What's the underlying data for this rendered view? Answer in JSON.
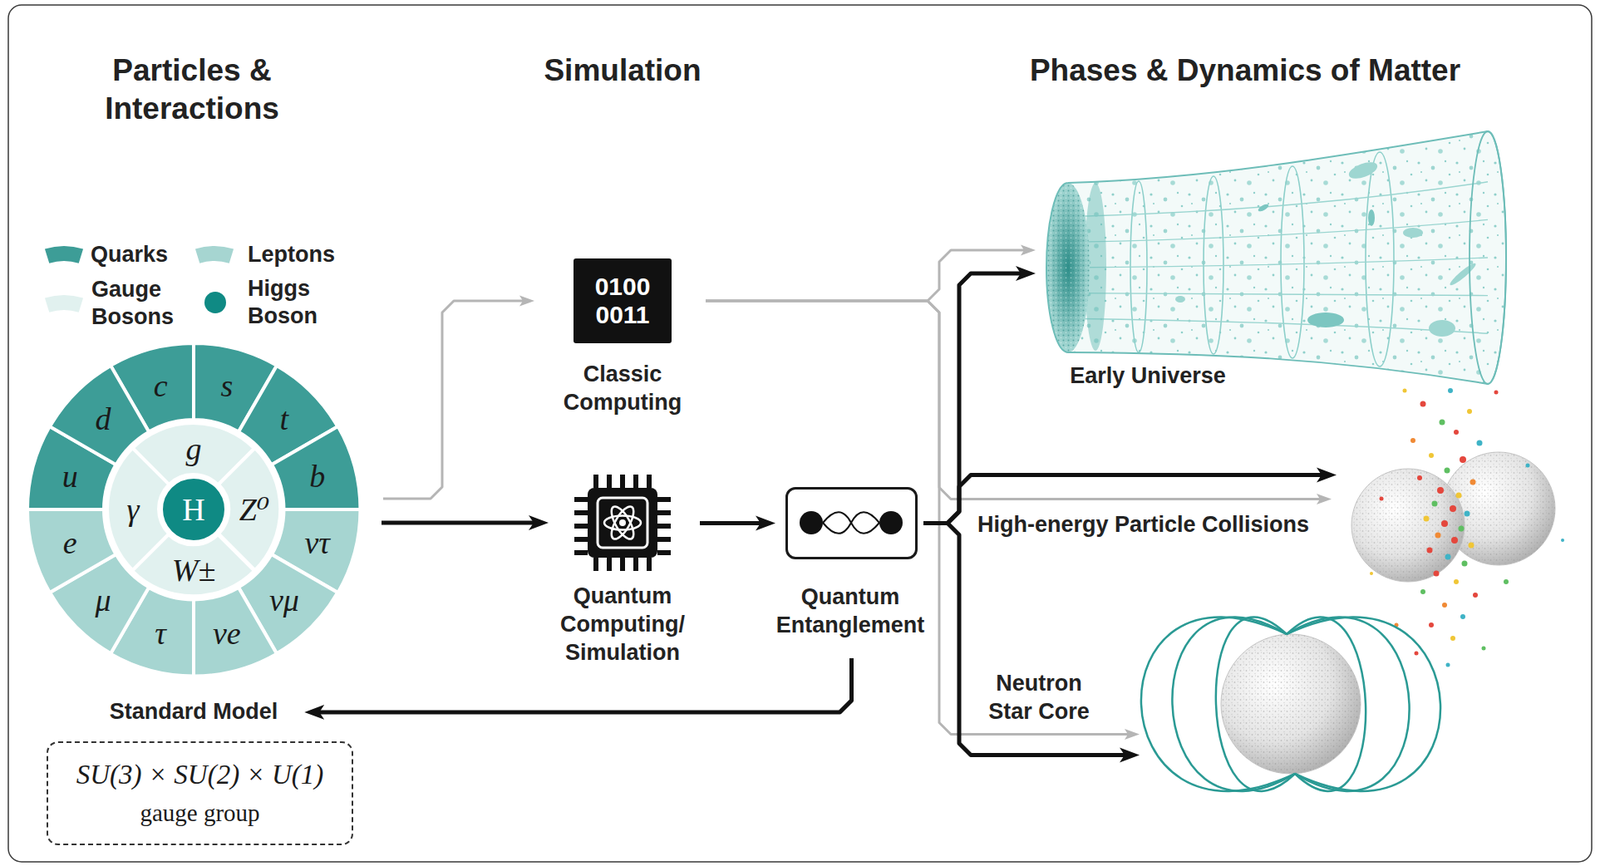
{
  "diagram": {
    "nodes": [
      {
        "text": [
          "Standard Model"
        ]
      },
      {
        "text": [
          "c"
        ],
        "in": 0
      },
      {
        "text": [
          "s"
        ],
        "in": 0
      },
      {
        "text": [
          "t"
        ],
        "in": 0
      },
      {
        "text": [
          "b"
        ],
        "in": 0
      },
      {
        "text": [
          "ντ"
        ],
        "in": 0
      },
      {
        "text": [
          "νμ"
        ],
        "in": 0
      },
      {
        "text": [
          "νe"
        ],
        "in": 0
      },
      {
        "text": [
          "τ"
        ],
        "in": 0
      },
      {
        "text": [
          "μ"
        ],
        "in": 0
      },
      {
        "text": [
          "e"
        ],
        "in": 0
      },
      {
        "text": [
          "u"
        ],
        "in": 0
      },
      {
        "text": [
          "d"
        ],
        "in": 0
      },
      {
        "text": [
          "g"
        ],
        "in": 0
      },
      {
        "text": [
          "Z⁰"
        ],
        "in": 0
      },
      {
        "text": [
          "W±"
        ],
        "in": 0
      },
      {
        "text": [
          "γ"
        ],
        "in": 0
      },
      {
        "text": [
          "H"
        ],
        "in": 0
      },
      {
        "text": [
          "SU(3) × SU(2) × U(1)",
          "gauge group"
        ]
      },
      {
        "text": [
          "0100 0011",
          "Classic Computing"
        ]
      },
      {
        "text": [
          "Quantum Computing/ Simulation"
        ]
      },
      {
        "text": [
          "Quantum Entanglement"
        ]
      },
      {
        "text": [
          "Early Universe"
        ]
      },
      {
        "text": [
          "High-energy Particle Collisions"
        ]
      },
      {
        "text": [
          "Neutron Star Core"
        ]
      }
    ],
    "edges": [
      {
        "from": 0,
        "to": 19,
        "arrow": "to"
      },
      {
        "from": 0,
        "to": 20,
        "arrow": "to"
      },
      {
        "from": 20,
        "to": 21,
        "arrow": "to"
      },
      {
        "from": 21,
        "to": 0,
        "arrow": "to"
      },
      {
        "from": 19,
        "to": 22,
        "arrow": "to"
      },
      {
        "from": 19,
        "to": 23,
        "arrow": "to"
      },
      {
        "from": 19,
        "to": 24,
        "arrow": "to"
      },
      {
        "from": 21,
        "to": 22,
        "arrow": "to"
      },
      {
        "from": 21,
        "to": 23,
        "arrow": "to"
      },
      {
        "from": 21,
        "to": 24,
        "arrow": "to"
      }
    ],
    "labels": [
      "Particles & Interactions",
      "Simulation",
      "Phases & Dynamics of Matter"
    ],
    "legend": [
      {
        "text": "Quarks",
        "color": "#3d9d97"
      },
      {
        "text": "Leptons",
        "color": "#a6d5d1"
      },
      {
        "text": "Gauge Bosons",
        "color": "#e1f1ef"
      },
      {
        "text": "Higgs Boson",
        "color": "#0f8a84"
      }
    ]
  }
}
